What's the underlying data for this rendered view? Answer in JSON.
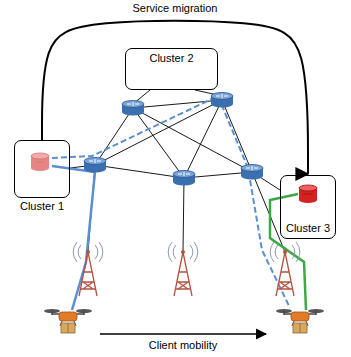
{
  "diagram": {
    "nodes": [
      {
        "text": [
          "Cluster 2"
        ]
      },
      {
        "text": [
          "Cluster 1"
        ]
      },
      {
        "text": [
          "Cluster 3"
        ]
      }
    ],
    "edges": [
      {
        "from": 1,
        "to": 2,
        "arrow": "to",
        "label": "Service migration"
      }
    ],
    "labels": [
      "Client mobility"
    ]
  }
}
